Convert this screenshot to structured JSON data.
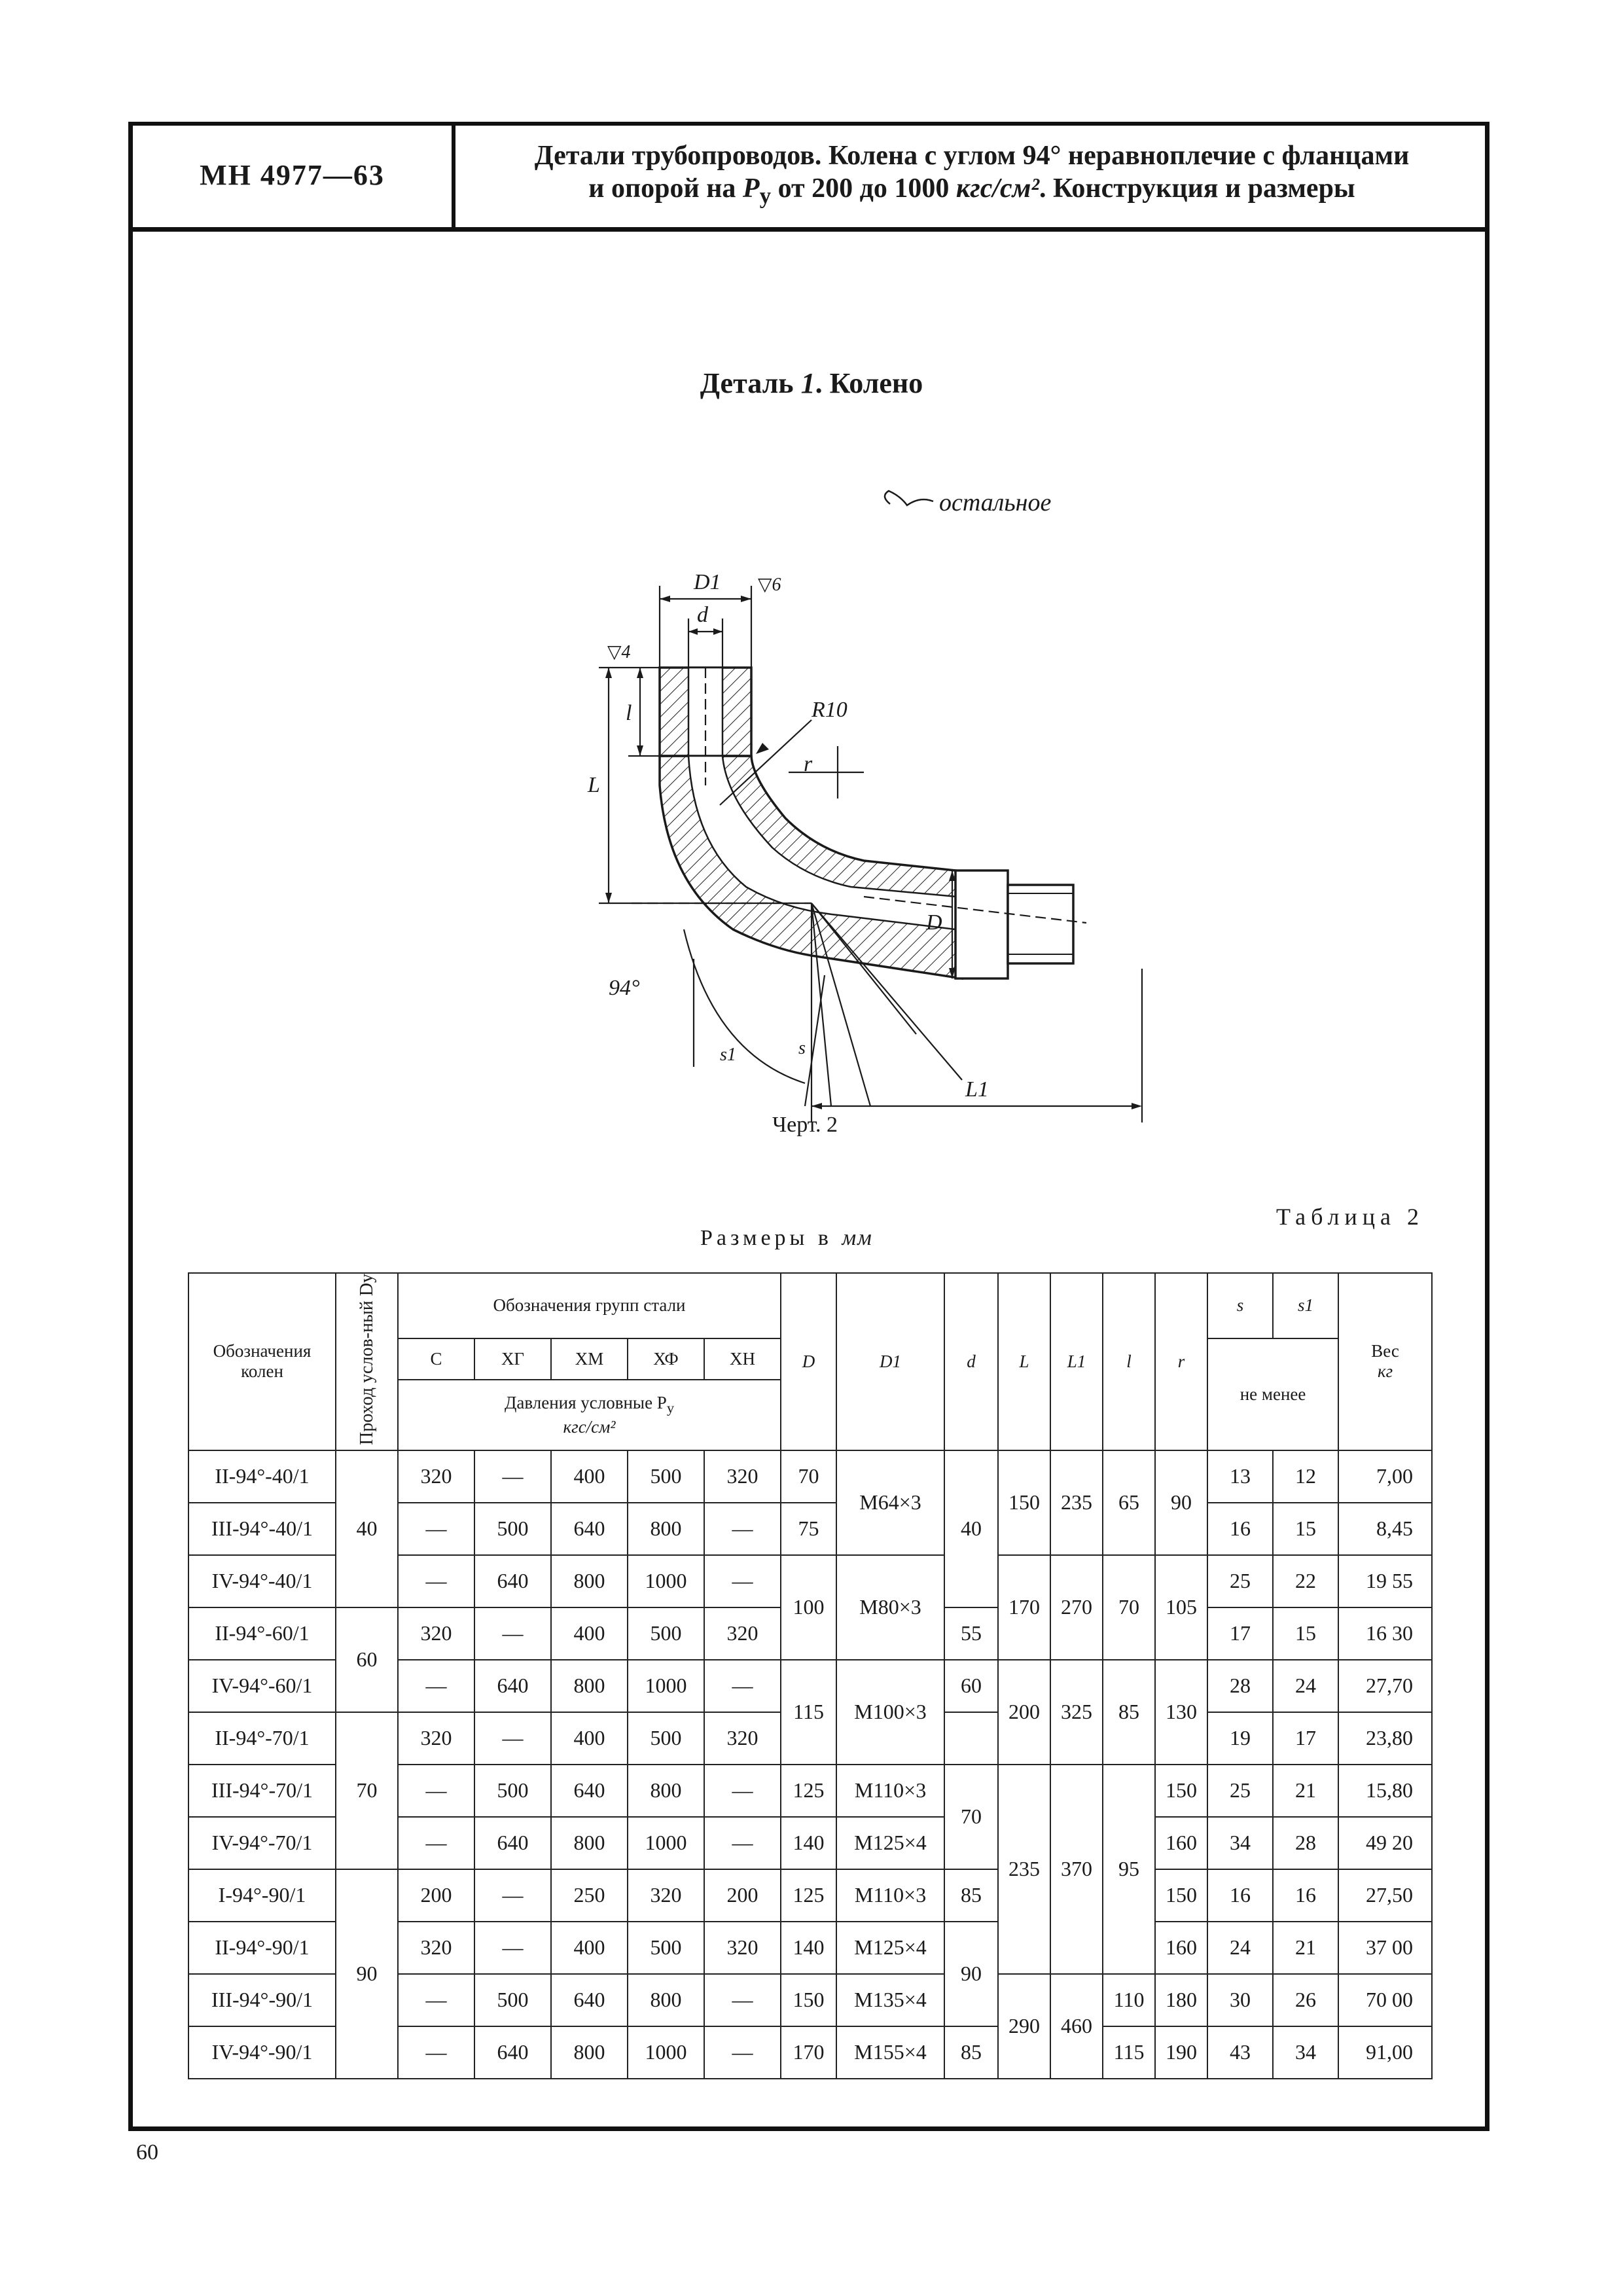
{
  "header": {
    "standard_number": "МН 4977—63",
    "title_line1": "Детали трубопроводов. Колена с углом 94° неравноплечие с фланцами",
    "title_line2_a": "и опорой на ",
    "title_line2_py": "P",
    "title_line2_sub": "у",
    "title_line2_b": " от 200 до 1000 ",
    "title_line2_unit": "кгс/см²",
    "title_line2_c": ". Конструкция и размеры"
  },
  "detail": {
    "title_a": "Деталь ",
    "title_num": "1",
    "title_b": ". Колено"
  },
  "drawing": {
    "roughness_note": "остальное",
    "labels": {
      "D1": "D1",
      "roughness_top": "▽6",
      "d": "d",
      "roughness_left": "▽4",
      "R10": "R10",
      "l": "l",
      "r": "r",
      "L": "L",
      "D": "D",
      "angle": "94°",
      "s1": "s1",
      "s": "s",
      "L1": "L1"
    }
  },
  "figure_caption": "Черт. 2",
  "table_label": "Таблица 2",
  "units_caption_a": "Размеры в ",
  "units_caption_unit": "мм",
  "table": {
    "headers": {
      "designation": "Обозначения колен",
      "passage": "Проход услов-ный Dу",
      "steel_groups": "Обозначения групп стали",
      "steel": [
        "С",
        "ХГ",
        "ХМ",
        "ХФ",
        "ХН"
      ],
      "pressure_a": "Давления условные P",
      "pressure_sub": "у",
      "pressure_unit": "кгс/см²",
      "D": "D",
      "D1": "D1",
      "d": "d",
      "L": "L",
      "L1": "L1",
      "l": "l",
      "r": "r",
      "s": "s",
      "s1": "s1",
      "min": "не менее",
      "mass": "Вес",
      "mass_unit": "кг"
    },
    "rows": [
      {
        "designation": "II-94°-40/1",
        "Dy": "40",
        "C": "320",
        "XG": "—",
        "XM": "400",
        "XF": "500",
        "XN": "320",
        "D": "70",
        "D1": "M64×3",
        "d": "40",
        "L": "150",
        "L1": "235",
        "l": "65",
        "r": "90",
        "s": "13",
        "s1": "12",
        "mass": "7,00"
      },
      {
        "designation": "III-94°-40/1",
        "C": "—",
        "XG": "500",
        "XM": "640",
        "XF": "800",
        "XN": "—",
        "D": "75",
        "s": "16",
        "s1": "15",
        "mass": "8,45"
      },
      {
        "designation": "IV-94°-40/1",
        "C": "—",
        "XG": "640",
        "XM": "800",
        "XF": "1000",
        "XN": "—",
        "D": "100",
        "D1": "M80×3",
        "L": "170",
        "L1": "270",
        "l": "70",
        "r": "105",
        "s": "25",
        "s1": "22",
        "mass": "19 55"
      },
      {
        "designation": "II-94°-60/1",
        "Dy": "60",
        "C": "320",
        "XG": "—",
        "XM": "400",
        "XF": "500",
        "XN": "320",
        "d": "55",
        "s": "17",
        "s1": "15",
        "mass": "16 30"
      },
      {
        "designation": "IV-94°-60/1",
        "C": "—",
        "XG": "640",
        "XM": "800",
        "XF": "1000",
        "XN": "—",
        "D": "115",
        "D1": "M100×3",
        "d": "60",
        "L": "200",
        "L1": "325",
        "l": "85",
        "r": "130",
        "s": "28",
        "s1": "24",
        "mass": "27,70"
      },
      {
        "designation": "II-94°-70/1",
        "Dy": "70",
        "C": "320",
        "XG": "—",
        "XM": "400",
        "XF": "500",
        "XN": "320",
        "s": "19",
        "s1": "17",
        "mass": "23,80"
      },
      {
        "designation": "III-94°-70/1",
        "C": "—",
        "XG": "500",
        "XM": "640",
        "XF": "800",
        "XN": "—",
        "D": "125",
        "D1": "M110×3",
        "d": "70",
        "L": "235",
        "L1": "370",
        "l": "95",
        "r": "150",
        "s": "25",
        "s1": "21",
        "mass": "15,80"
      },
      {
        "designation": "IV-94°-70/1",
        "C": "—",
        "XG": "640",
        "XM": "800",
        "XF": "1000",
        "XN": "—",
        "D": "140",
        "D1": "M125×4",
        "r": "160",
        "s": "34",
        "s1": "28",
        "mass": "49 20"
      },
      {
        "designation": "I-94°-90/1",
        "Dy": "90",
        "C": "200",
        "XG": "—",
        "XM": "250",
        "XF": "320",
        "XN": "200",
        "D": "125",
        "D1": "M110×3",
        "d": "85",
        "r": "150",
        "s": "16",
        "s1": "16",
        "mass": "27,50"
      },
      {
        "designation": "II-94°-90/1",
        "C": "320",
        "XG": "—",
        "XM": "400",
        "XF": "500",
        "XN": "320",
        "D": "140",
        "D1": "M125×4",
        "d": "90",
        "r": "160",
        "s": "24",
        "s1": "21",
        "mass": "37 00"
      },
      {
        "designation": "III-94°-90/1",
        "C": "—",
        "XG": "500",
        "XM": "640",
        "XF": "800",
        "XN": "—",
        "D": "150",
        "D1": "M135×4",
        "L": "290",
        "L1": "460",
        "l": "110",
        "r": "180",
        "s": "30",
        "s1": "26",
        "mass": "70 00"
      },
      {
        "designation": "IV-94°-90/1",
        "C": "—",
        "XG": "640",
        "XM": "800",
        "XF": "1000",
        "XN": "—",
        "D": "170",
        "D1": "M155×4",
        "d": "85",
        "l": "115",
        "r": "190",
        "s": "43",
        "s1": "34",
        "mass": "91,00"
      }
    ]
  },
  "page_number": "60"
}
